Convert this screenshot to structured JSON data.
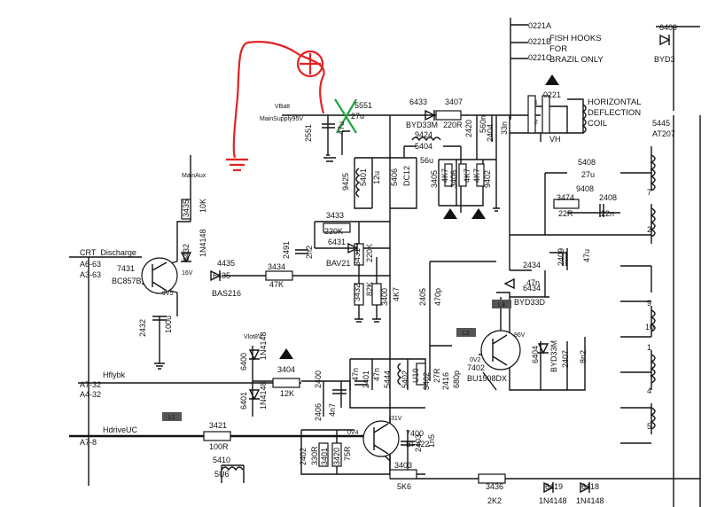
{
  "labels": {
    "l0221a": "0221A",
    "l0221b": "0221B",
    "l0221c": "0221C",
    "fishhooks": "FISH HOOKS",
    "for": "FOR",
    "brazil": "BRAZIL ONLY",
    "horiz": "HORIZONTAL",
    "deflection": "DEFLECTION",
    "coil": "COIL",
    "l0221": "0221",
    "vh": "VH",
    "vbatt": "VBatt",
    "mainsupply": "MainSupply95V",
    "c2551": "2551",
    "c2551v": "47u",
    "l5551": "5551",
    "l5551v": "27u",
    "d6433": "6433",
    "d6433v": "BYD33M",
    "r3407": "3407",
    "r3407v": "220R",
    "c2420": "2420",
    "c2420v": "560n",
    "c2404": "2404",
    "c2404v": "33n",
    "c9424": "9424",
    "c5404": "5404",
    "c5404v": "56u",
    "r9425": "9425",
    "l5401": "5401",
    "l5401v": "12u",
    "l5406": "5406",
    "l5406v": "DC12",
    "r3405": "3405",
    "r3405v": "4K7",
    "r3406": "3406",
    "r3406v": "4K7",
    "r9402": "9402",
    "r9402v": "4K7",
    "mainaux": "MainAux",
    "r3435": "3435",
    "r3435v": "10K",
    "d6432": "6432",
    "d6432v": "1N4148",
    "crt": "CRT_Discharge",
    "a663": "A6-63",
    "a363": "A3-63",
    "q7431": "7431",
    "q7431v": "BC857B",
    "v16": "16V",
    "v9": "9V5",
    "d4435": "4435",
    "d6435": "6435",
    "d6435v": "BAS216",
    "r3434": "3434",
    "r3434v": "47K",
    "c2432": "2432",
    "c2432v": "100u",
    "r3433": "3433",
    "r3433v": "220K",
    "d6431": "6431",
    "d6431v": "BAV21",
    "c2491": "2491",
    "c2491v": "2n2",
    "r3431": "3431",
    "r3431v": "220K",
    "r3432": "3432",
    "r3432v": "82K",
    "r3400": "3400",
    "r3400v": "4K7",
    "c2405": "2405",
    "c2405v": "470p",
    "vlot": "Vlot8V",
    "d6400": "6400",
    "d6400v": "1N4148",
    "r3404": "3404",
    "r3404v": "12K",
    "d6401": "6401",
    "d6401v": "1N4148",
    "hflybk": "Hflybk",
    "a732": "A7-32",
    "a432": "A4-32",
    "hdrive": "HdriveUC",
    "a78": "A7-8",
    "l1": "L1",
    "l2": "L2",
    "l3": "L3",
    "r3421": "3421",
    "r3421v": "100R",
    "l5410": "5410",
    "l5410v": "5U6",
    "c2400": "2400",
    "c2406": "2406",
    "c2406v": "4n7",
    "c2401": "2401",
    "c2401v": "47n",
    "l5444": "5444",
    "l5444v": "47n",
    "t5402": "5402",
    "t5402v": "U10",
    "r3402": "3402",
    "r3402v": "27R",
    "c2416": "2416",
    "c2416v": "680p",
    "q7400": "7400",
    "q7400v": "BF422",
    "v31": "31V",
    "v04": "0V4",
    "c2402": "2402",
    "r3401": "3401",
    "r3401v": "330R",
    "r3420": "3420",
    "r3420v": "75R",
    "c2403": "2403",
    "c2403v": "1n5",
    "r3403": "3403",
    "r3403v": "5K6",
    "q7402": "7402",
    "q7402v": "BU1508DX",
    "v0v2": "0V2",
    "v86": "86V",
    "c2434": "2434",
    "c2434v": "47n",
    "d6434": "6434",
    "d6434v": "BYD33D",
    "c2409": "2409",
    "c2409v": "47u",
    "d6404": "6404",
    "d6404v": "BYD33M",
    "c2407": "2407",
    "c2407v": "8n2",
    "l5408": "5408",
    "l5408v": "27u",
    "j9408": "9408",
    "r3474": "3474",
    "r3474v": "22R",
    "c2408": "2408",
    "c2408v": "22n",
    "t5445": "5445",
    "t5445v": "AT207",
    "d6409": "6409",
    "d6409v": "BYD3",
    "pin7": "7",
    "pin2": "2",
    "pin9": "9",
    "pin10": "10",
    "pin1": "1",
    "pin4": "4",
    "pin5": "5",
    "r3436": "3436",
    "r3436v": "2K2",
    "d6419": "6419",
    "d6419v": "1N4148",
    "d6418": "6418",
    "d6418v": "1N4148",
    "w1": "1",
    "w2": "2",
    "warn": "!"
  },
  "annotation_colors": {
    "red_marker": "#e32222",
    "green_marker": "#1aa53a"
  }
}
